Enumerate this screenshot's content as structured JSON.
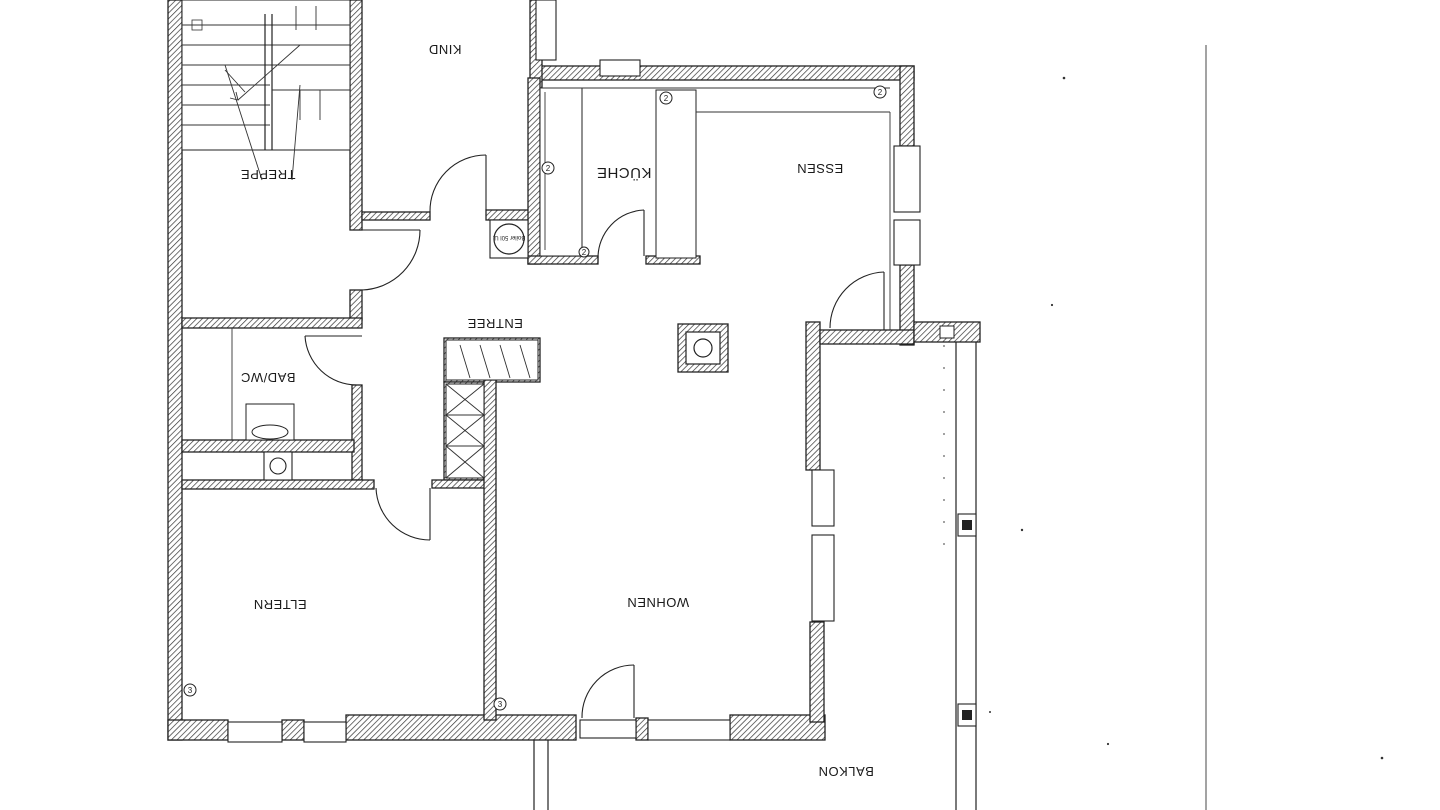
{
  "rooms": {
    "kind": "KIND",
    "treppe": "TREPPE",
    "kueche": "KÜCHE",
    "essen": "ESSEN",
    "entree": "ENTREE",
    "bad_wc": "BAD/WC",
    "eltern": "ELTERN",
    "wohnen": "WOHNEN",
    "balkon": "BALKON"
  },
  "marks": {
    "boiler": "Boiler 50l U.",
    "socket_a": "2",
    "socket_b": "2",
    "socket_c": "2",
    "socket_d": "2",
    "socket_e": "3",
    "socket_f": "3"
  },
  "colors": {
    "ink": "#222222",
    "paper": "#ffffff"
  }
}
